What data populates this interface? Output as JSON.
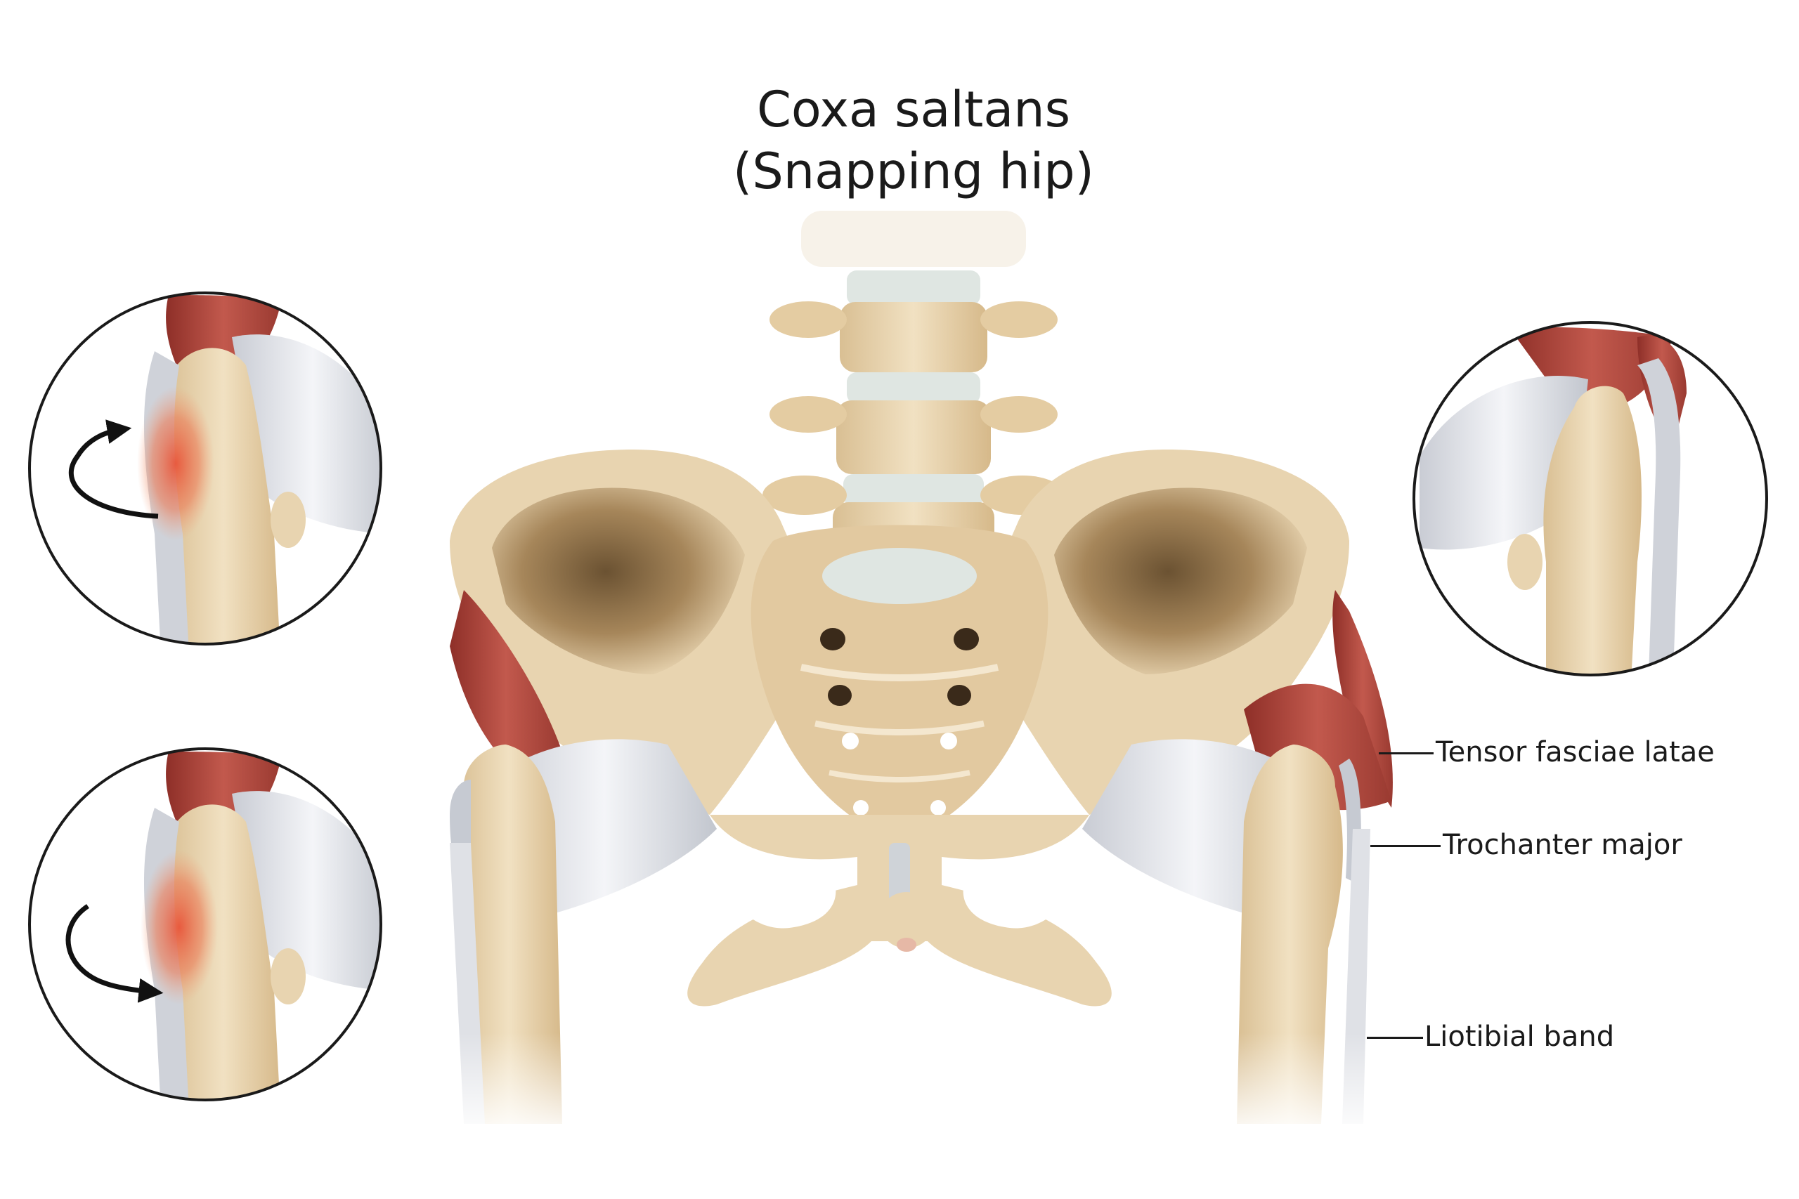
{
  "title": {
    "line1": "Coxa saltans",
    "line2": "(Snapping hip)"
  },
  "labels": {
    "tensor": "Tensor fasciae latae",
    "trochanter": "Trochanter major",
    "iliotibial": "Liotibial band"
  },
  "colors": {
    "bone": "#e8d4b0",
    "bone_shadow": "#a6865a",
    "muscle": "#b0463c",
    "tendon": "#dfe1e6",
    "inflammation": "#e8553a",
    "outline": "#1a1a1a"
  },
  "icons": {
    "rotation_up": "curved-arrow-up-icon",
    "rotation_down": "curved-arrow-down-icon"
  }
}
